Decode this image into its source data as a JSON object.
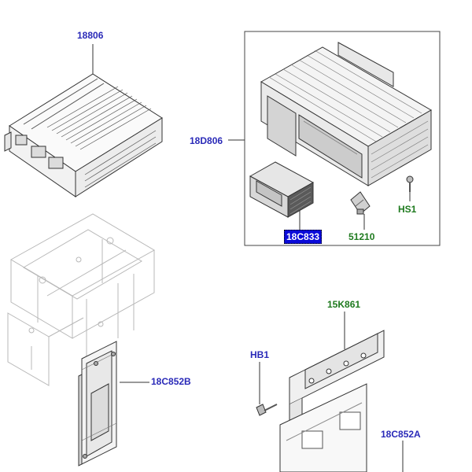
{
  "colors": {
    "link": "#2a2ab8",
    "new_part": "#1e7a1e",
    "highlight_bg": "#0a0ad8",
    "highlight_fg": "#ffffff",
    "line": "#333333",
    "ghost": "#b8b8b8"
  },
  "callouts": [
    {
      "id": "18806",
      "label": "18806",
      "color": "link",
      "highlighted": false
    },
    {
      "id": "18D806",
      "label": "18D806",
      "color": "link",
      "highlighted": false
    },
    {
      "id": "18C833",
      "label": "18C833",
      "color": "link",
      "highlighted": true
    },
    {
      "id": "51210",
      "label": "51210",
      "color": "new_part",
      "highlighted": false
    },
    {
      "id": "HS1",
      "label": "HS1",
      "color": "new_part",
      "highlighted": false
    },
    {
      "id": "18C852B",
      "label": "18C852B",
      "color": "link",
      "highlighted": false
    },
    {
      "id": "15K861",
      "label": "15K861",
      "color": "new_part",
      "highlighted": false
    },
    {
      "id": "HB1",
      "label": "HB1",
      "color": "link",
      "highlighted": false
    },
    {
      "id": "18C852A",
      "label": "18C852A",
      "color": "link",
      "highlighted": false
    }
  ]
}
